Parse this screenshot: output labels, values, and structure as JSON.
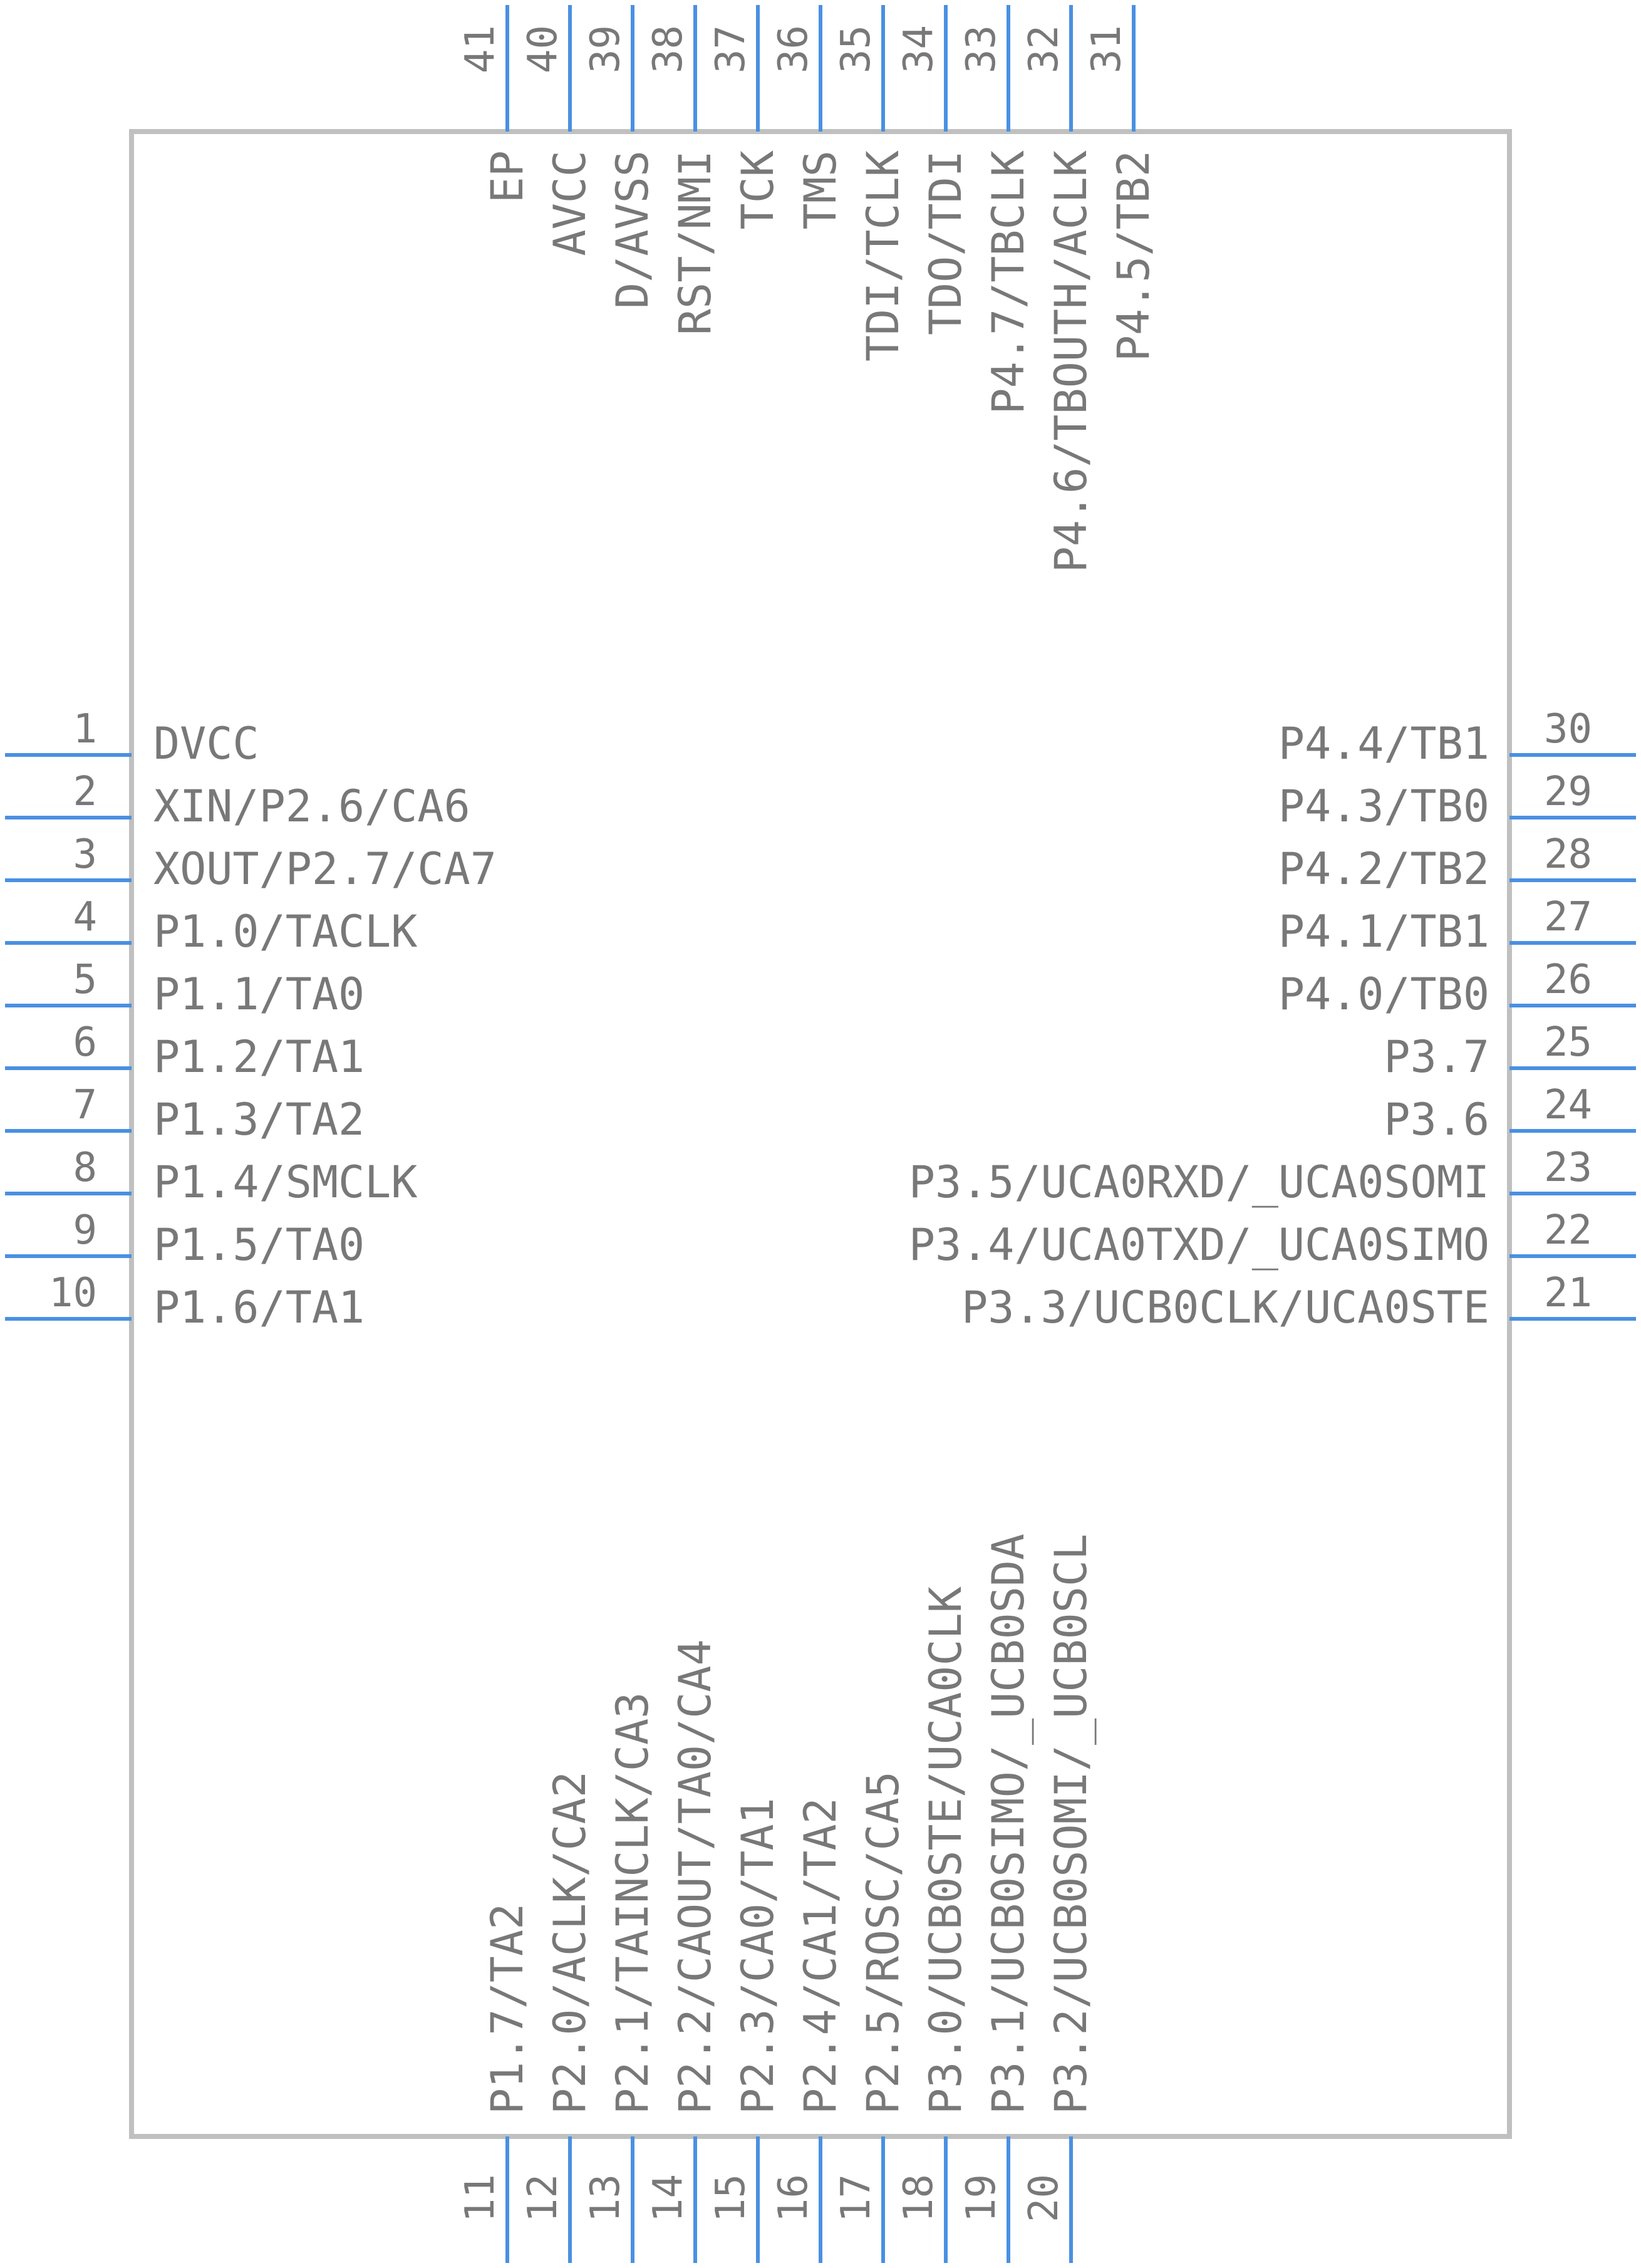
{
  "component": {
    "pins": {
      "left": [
        {
          "number": "1",
          "name": "DVCC"
        },
        {
          "number": "2",
          "name": "XIN/P2.6/CA6"
        },
        {
          "number": "3",
          "name": "XOUT/P2.7/CA7"
        },
        {
          "number": "4",
          "name": "P1.0/TACLK"
        },
        {
          "number": "5",
          "name": "P1.1/TA0"
        },
        {
          "number": "6",
          "name": "P1.2/TA1"
        },
        {
          "number": "7",
          "name": "P1.3/TA2"
        },
        {
          "number": "8",
          "name": "P1.4/SMCLK"
        },
        {
          "number": "9",
          "name": "P1.5/TA0"
        },
        {
          "number": "10",
          "name": "P1.6/TA1"
        }
      ],
      "bottom": [
        {
          "number": "11",
          "name": "P1.7/TA2"
        },
        {
          "number": "12",
          "name": "P2.0/ACLK/CA2"
        },
        {
          "number": "13",
          "name": "P2.1/TAINCLK/CA3"
        },
        {
          "number": "14",
          "name": "P2.2/CAOUT/TA0/CA4"
        },
        {
          "number": "15",
          "name": "P2.3/CA0/TA1"
        },
        {
          "number": "16",
          "name": "P2.4/CA1/TA2"
        },
        {
          "number": "17",
          "name": "P2.5/ROSC/CA5"
        },
        {
          "number": "18",
          "name": "P3.0/UCB0STE/UCA0CLK"
        },
        {
          "number": "19",
          "name": "P3.1/UCB0SIMO/_UCB0SDA"
        },
        {
          "number": "20",
          "name": "P3.2/UCB0SOMI/_UCB0SCL"
        }
      ],
      "right": [
        {
          "number": "30",
          "name": "P4.4/TB1"
        },
        {
          "number": "29",
          "name": "P4.3/TB0"
        },
        {
          "number": "28",
          "name": "P4.2/TB2"
        },
        {
          "number": "27",
          "name": "P4.1/TB1"
        },
        {
          "number": "26",
          "name": "P4.0/TB0"
        },
        {
          "number": "25",
          "name": "P3.7"
        },
        {
          "number": "24",
          "name": "P3.6"
        },
        {
          "number": "23",
          "name": "P3.5/UCA0RXD/_UCA0SOMI"
        },
        {
          "number": "22",
          "name": "P3.4/UCA0TXD/_UCA0SIMO"
        },
        {
          "number": "21",
          "name": "P3.3/UCB0CLK/UCA0STE"
        }
      ],
      "top": [
        {
          "number": "41",
          "name": "EP"
        },
        {
          "number": "40",
          "name": "AVCC"
        },
        {
          "number": "39",
          "name": "D/AVSS"
        },
        {
          "number": "38",
          "name": "RST/NMI"
        },
        {
          "number": "37",
          "name": "TCK"
        },
        {
          "number": "36",
          "name": "TMS"
        },
        {
          "number": "35",
          "name": "TDI/TCLK"
        },
        {
          "number": "34",
          "name": "TDO/TDI"
        },
        {
          "number": "33",
          "name": "P4.7/TBCLK"
        },
        {
          "number": "32",
          "name": "P4.6/TBOUTH/ACLK"
        },
        {
          "number": "31",
          "name": "P4.5/TB2"
        }
      ]
    },
    "colors": {
      "body_outline": "#c0c0c0",
      "pin_line": "#4a90e2",
      "text": "#787878"
    }
  }
}
